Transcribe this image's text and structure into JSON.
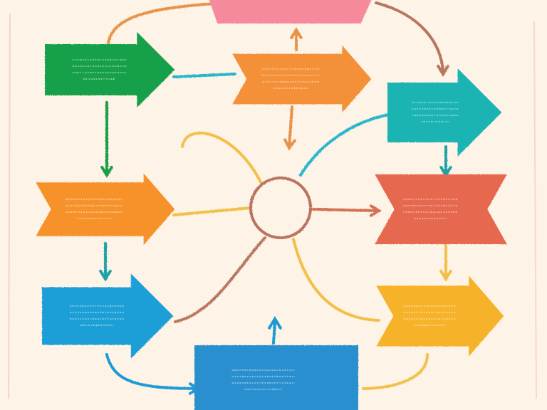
{
  "paper_color": "#fdf3e6",
  "nodes": [
    {
      "id": "top",
      "color": "#f48a9b",
      "shape": "banner"
    },
    {
      "id": "green",
      "color": "#19a04a",
      "shape": "arrow"
    },
    {
      "id": "orange-top",
      "color": "#f39038",
      "shape": "chevron"
    },
    {
      "id": "teal",
      "color": "#1bb3b3",
      "shape": "arrow"
    },
    {
      "id": "orange-left",
      "color": "#f7922a",
      "shape": "chevron"
    },
    {
      "id": "red",
      "color": "#e5674f",
      "shape": "banner-chevron"
    },
    {
      "id": "blue-left",
      "color": "#1e9fd6",
      "shape": "arrow"
    },
    {
      "id": "yellow",
      "color": "#f6b32b",
      "shape": "chevron"
    },
    {
      "id": "blue-bottom",
      "color": "#2a8fcf",
      "shape": "rect"
    }
  ],
  "hub": {
    "color": "#b9735e"
  },
  "connector_colors": {
    "orange": "#e8924a",
    "brown": "#b77660",
    "green": "#1e9e48",
    "cyan": "#25b5cc",
    "teal": "#1aa3a8",
    "yellow": "#f2c04a",
    "blue": "#1f9ad6",
    "red": "#d57157"
  }
}
